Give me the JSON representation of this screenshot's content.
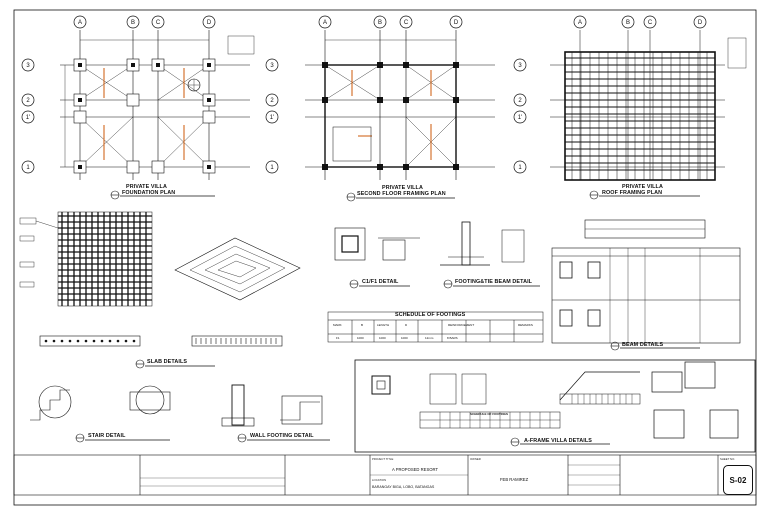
{
  "grid": {
    "columns": [
      "A",
      "B",
      "C",
      "D"
    ],
    "rows": [
      "3",
      "2",
      "1'",
      "1"
    ]
  },
  "plans": {
    "foundation": {
      "title_line1": "PRIVATE VILLA",
      "title_line2": "FOUNDATION PLAN"
    },
    "second_floor": {
      "title_line1": "PRIVATE VILLA",
      "title_line2": "SECOND FLOOR FRAMING PLAN"
    },
    "roof": {
      "title_line1": "PRIVATE VILLA",
      "title_line2": "ROOF FRAMING PLAN"
    }
  },
  "details": {
    "column": "C1/F1 DETAIL",
    "footing_tie_beam": "FOOTING&TIE BEAM DETAIL",
    "slab": "SLAB DETAILS",
    "beam": "BEAM DETAILS",
    "stair": "STAIR DETAIL",
    "wall_footing": "WALL FOOTING DETAIL",
    "aframe": "A-FRAME VILLA DETAILS"
  },
  "footing_schedule": {
    "title": "SCHEDULE OF FOOTINGS",
    "headers": [
      "MARK",
      "B",
      "LENGTH",
      "D",
      "REINFORCEMENT",
      "REMARKS"
    ],
    "row": [
      "F1",
      "1000",
      "1000",
      "1000",
      "12mm",
      "8 BARS"
    ],
    "small_title": "SCHEDULE OF FOOTINGS"
  },
  "title_block": {
    "project_title": "A PROPOSED RESORT",
    "location": "BARANGAY BIGA, LOBO, BATANGAS",
    "owner": "FEB RAMIREZ",
    "sheet_no": "S-02",
    "label_project": "PROJECT TITLE",
    "label_location": "LOCATION",
    "label_owner": "OWNER",
    "label_sheet": "SHEET NO."
  },
  "palette": {
    "ink": "#111111",
    "accent": "#d2691e",
    "paper": "#ffffff"
  }
}
